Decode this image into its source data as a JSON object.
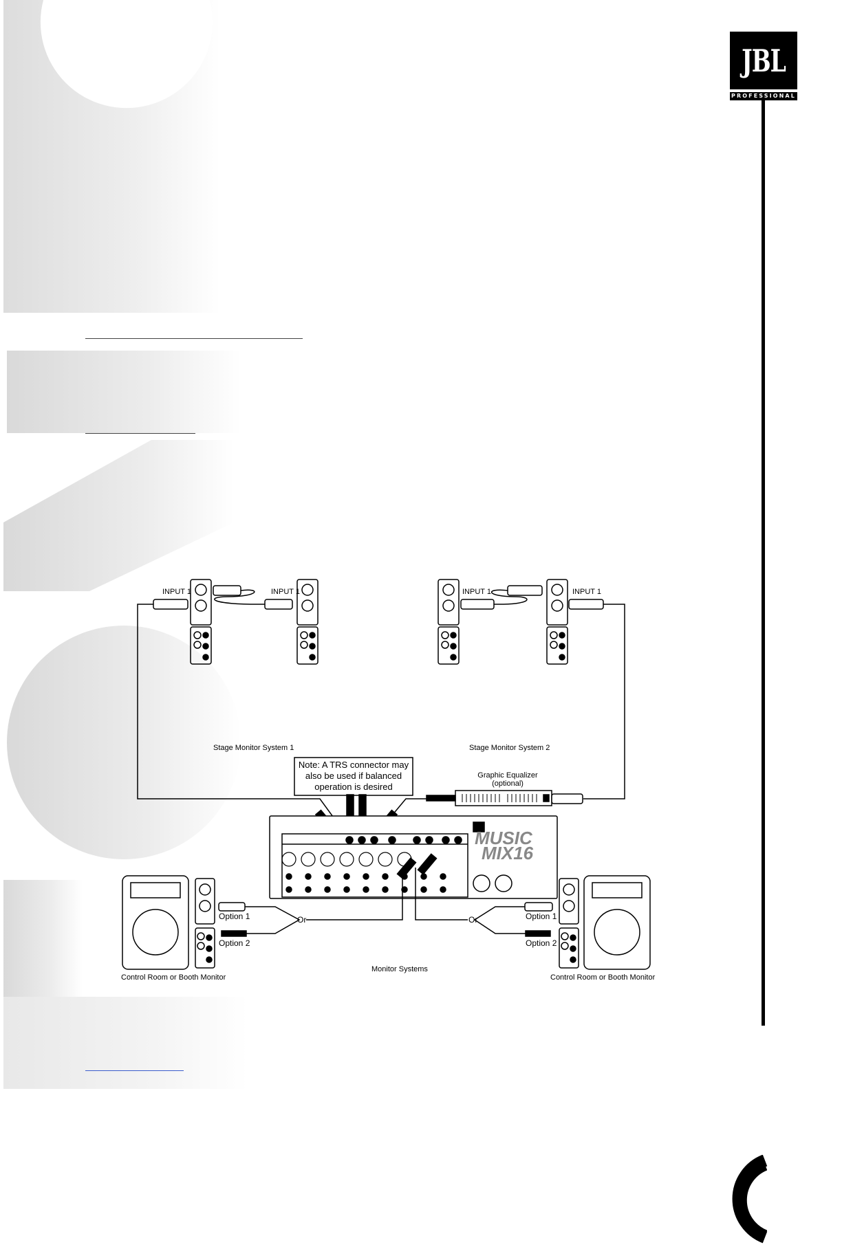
{
  "brand": {
    "name": "JBL",
    "tagline": "PROFESSIONAL"
  },
  "diagram": {
    "speaker_inputs": [
      "INPUT 1",
      "INPUT 1",
      "INPUT 1",
      "INPUT 1"
    ],
    "group1_label": "Stage Monitor System 1",
    "group2_label": "Stage Monitor System 2",
    "note_lines": [
      "Note: A TRS connector may",
      "also be used if balanced",
      "operation is desired"
    ],
    "eq_lines": [
      "Graphic Equalizer",
      "(optional)"
    ],
    "mixer_logo_lines": [
      "MUSIC",
      "MIX16"
    ],
    "option_labels": [
      "Option 1",
      "Option 2",
      "Option 1",
      "Option 2"
    ],
    "or_labels": [
      "Or",
      "Or"
    ],
    "booth_labels": [
      "Control Room or Booth Monitor",
      "Control Room or Booth Monitor"
    ],
    "monitor_systems_label": "Monitor Systems"
  }
}
